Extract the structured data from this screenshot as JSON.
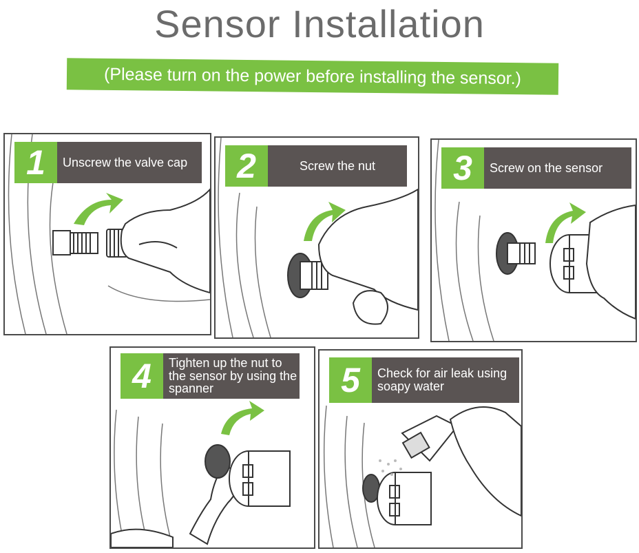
{
  "title": "Sensor Installation",
  "subtitle": "(Please turn on the power before installing the sensor.)",
  "steps": [
    {
      "number": "1",
      "caption": "Unscrew the valve cap"
    },
    {
      "number": "2",
      "caption": "Screw the nut"
    },
    {
      "number": "3",
      "caption": "Screw on the sensor"
    },
    {
      "number": "4",
      "caption": "Tighten up the nut to the sensor by using the spanner"
    },
    {
      "number": "5",
      "caption": "Check for air leak using soapy water"
    }
  ],
  "colors": {
    "accent_green": "#7ac143",
    "caption_gray": "#5a5453",
    "title_gray": "#6b6b6b"
  }
}
